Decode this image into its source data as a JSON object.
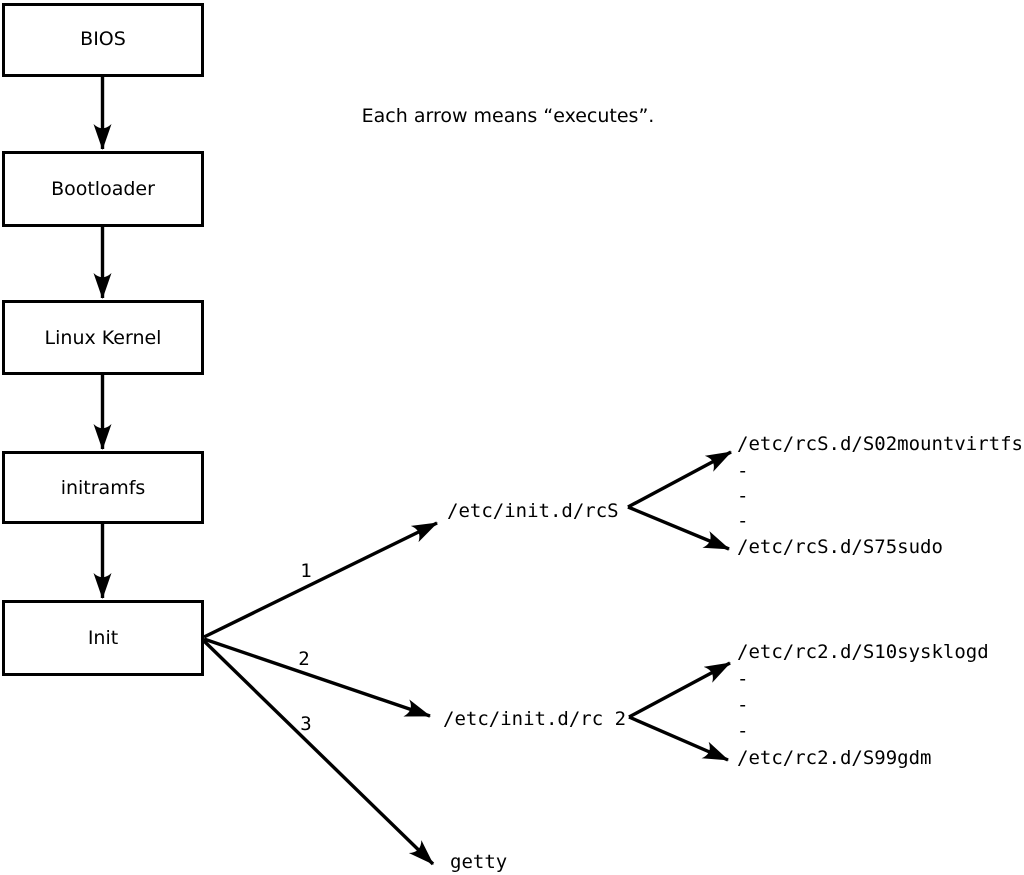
{
  "note": "Each arrow means “executes”.",
  "flow_boxes": [
    {
      "label": "BIOS"
    },
    {
      "label": "Bootloader"
    },
    {
      "label": "Linux Kernel"
    },
    {
      "label": "initramfs"
    },
    {
      "label": "Init"
    }
  ],
  "edge_numbers": [
    "1",
    "2",
    "3"
  ],
  "rcs_group": {
    "label": "/etc/init.d/rcS",
    "entries": [
      "/etc/rcS.d/S02mountvirtfs",
      "-",
      "-",
      "-",
      "/etc/rcS.d/S75sudo"
    ]
  },
  "rc2_group": {
    "label": "/etc/init.d/rc 2",
    "entries": [
      "/etc/rc2.d/S10sysklogd",
      "-",
      "-",
      "-",
      "/etc/rc2.d/S99gdm"
    ]
  },
  "getty": {
    "label": "getty"
  },
  "colors": {
    "line": "#000000",
    "box_fill": "#ffffff",
    "background": "#ffffff"
  }
}
